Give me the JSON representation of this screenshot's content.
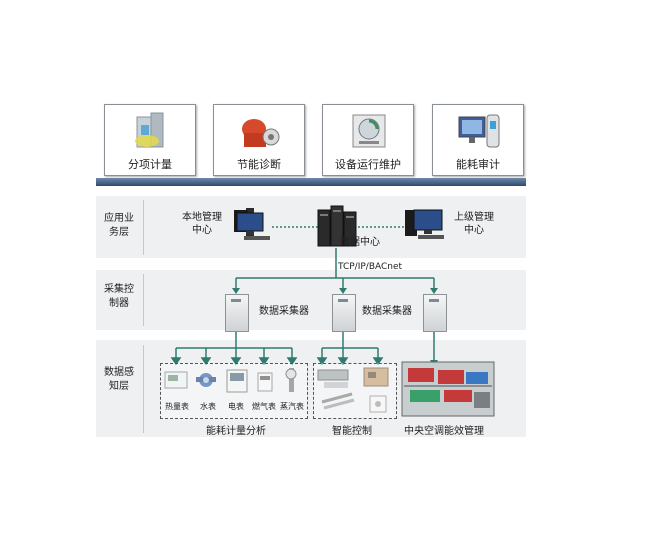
{
  "top_apps": [
    {
      "label": "分项计量",
      "icon": "building-meter-icon"
    },
    {
      "label": "节能诊断",
      "icon": "diagnosis-icon"
    },
    {
      "label": "设备运行维护",
      "icon": "maintenance-icon"
    },
    {
      "label": "能耗审计",
      "icon": "audit-icon"
    }
  ],
  "layers": {
    "application": "应用业务层",
    "collection": "采集控制器",
    "sensing": "数据感知层"
  },
  "nodes": {
    "local_center": "本地管理中心",
    "data_center": "数据中心",
    "upper_center": "上级管理中心",
    "protocol": "TCP/IP/BACnet",
    "collector_1": "数据采集器",
    "collector_2": "数据采集器"
  },
  "devices": [
    "热量表",
    "水表",
    "电表",
    "燃气表",
    "蒸汽表"
  ],
  "groups": {
    "metering": "能耗计量分析",
    "smart_control": "智能控制",
    "hvac": "中央空调能效管理"
  },
  "colors": {
    "bar_top": "#6f8aa8",
    "bar_bottom": "#2d4a6d",
    "link_line": "#2f7b6f",
    "band": "#eef0f1"
  }
}
